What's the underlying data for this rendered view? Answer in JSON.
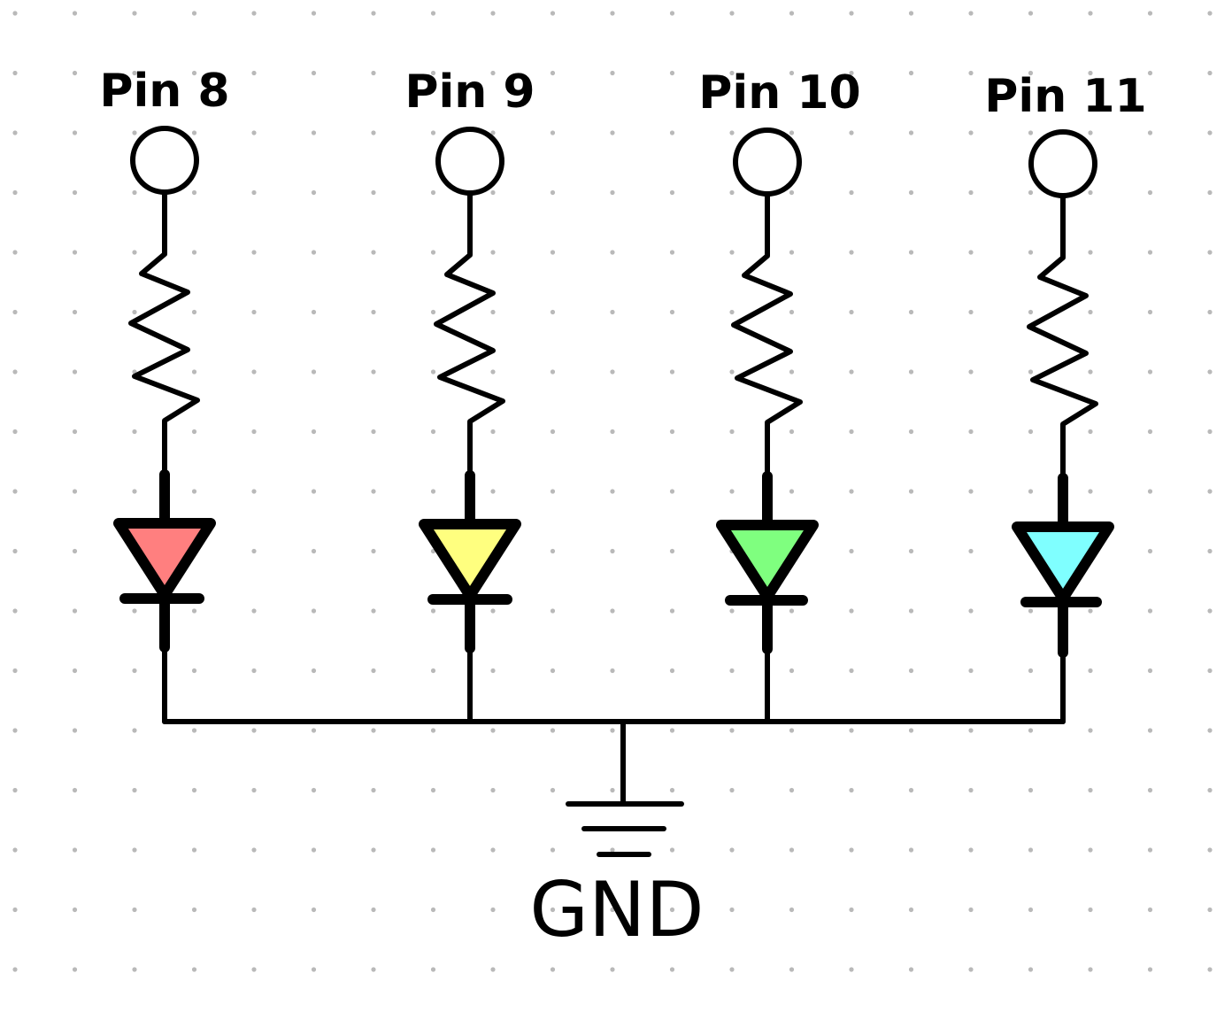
{
  "diagram": {
    "background_dot_color": "#b9b9b9",
    "ground_label": "GND",
    "channels": [
      {
        "pin_label": "Pin 8",
        "led_color": "#ff7f7f"
      },
      {
        "pin_label": "Pin 9",
        "led_color": "#ffff7f"
      },
      {
        "pin_label": "Pin 10",
        "led_color": "#7fff7f"
      },
      {
        "pin_label": "Pin 11",
        "led_color": "#7fffff"
      }
    ]
  }
}
